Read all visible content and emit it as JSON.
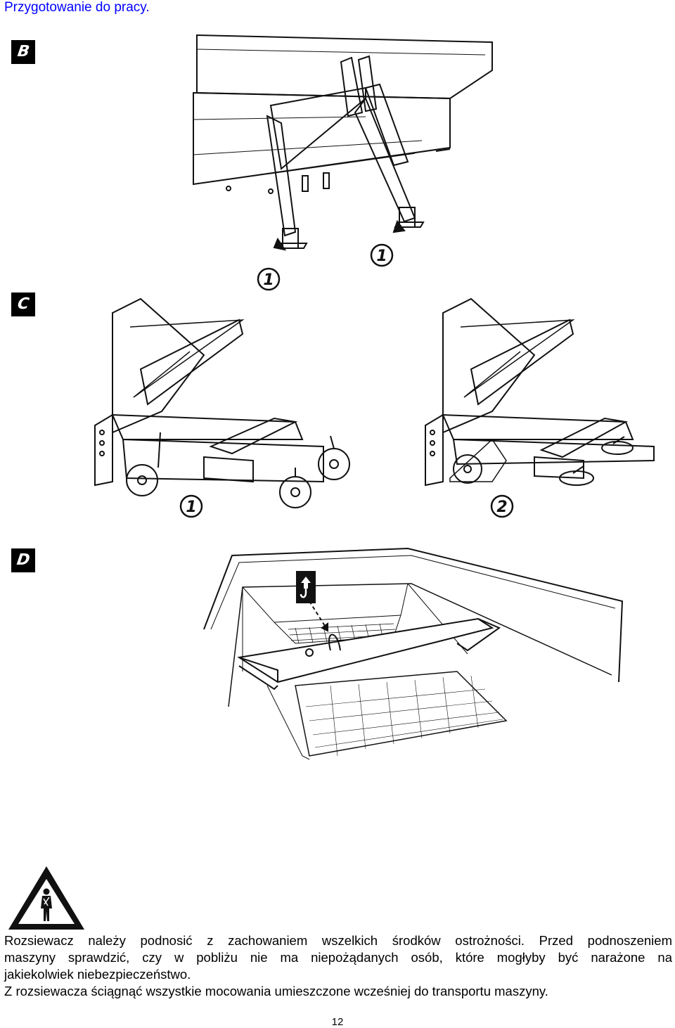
{
  "header": {
    "title": "Przygotowanie do pracy."
  },
  "figures": {
    "b": {
      "label": "B",
      "callouts": [
        "1",
        "1"
      ]
    },
    "c": {
      "label": "C",
      "callouts": [
        "1",
        "2"
      ]
    },
    "d": {
      "label": "D"
    }
  },
  "icons": {
    "warning": "warning-triangle-person-icon",
    "lift_hook": "lifting-hook-icon"
  },
  "text": {
    "p1_line1": "Rozsiewacz należy podnosić z zachowaniem wszelkich środków ostrożności. Przed podnoszeniem",
    "p1_line2": "maszyny sprawdzić, czy w pobliżu nie ma niepożądanych osób, które mogłyby być narażone na",
    "p1_line3": "jakiekolwiek niebezpieczeństwo.",
    "p2": "Z rozsiewacza ściągnąć wszystkie mocowania umieszczone wcześniej do transportu maszyny."
  },
  "footer": {
    "page_number": "12"
  }
}
